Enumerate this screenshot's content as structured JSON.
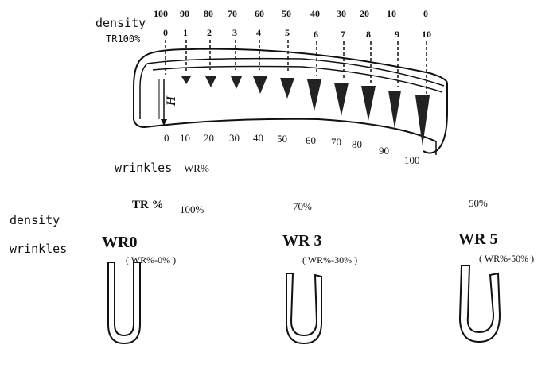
{
  "top_section": {
    "density_label": "density",
    "tr_label": "TR100%",
    "density_scale": [
      "100",
      "90",
      "80",
      "70",
      "60",
      "50",
      "40",
      "30",
      "20",
      "10",
      "0"
    ],
    "index_scale": [
      "0",
      "1",
      "2",
      "3",
      "4",
      "5",
      "6",
      "7",
      "8",
      "9",
      "10"
    ],
    "wrinkle_scale": [
      "0",
      "10",
      "20",
      "30",
      "40",
      "50",
      "60",
      "70",
      "80",
      "90",
      "100"
    ],
    "h_marker": "H",
    "wrinkles_label": "wrinkles",
    "wrpct_label": "WR%"
  },
  "bottom_section": {
    "density_label": "density",
    "wrinkles_label": "wrinkles",
    "tr_label": "TR %",
    "samples": [
      {
        "tr": "100%",
        "wr": "WR0",
        "note": "( WR%-0% )"
      },
      {
        "tr": "70%",
        "wr": "WR 3",
        "note": "( WR%-30% )"
      },
      {
        "tr": "50%",
        "wr": "WR 5",
        "note": "( WR%-50% )"
      }
    ]
  }
}
